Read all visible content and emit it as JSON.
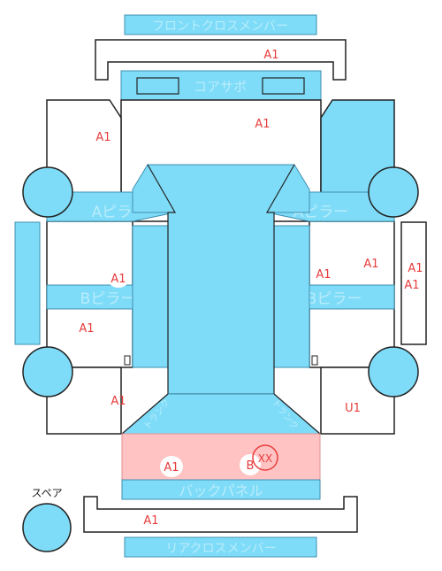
{
  "members": {
    "front_cross": "フロントクロスメンバー",
    "core_support": "コアサポ",
    "a_pillar_left": "Aピラー",
    "a_pillar_right": "Aピラー",
    "b_pillar_left": "Bピラー",
    "b_pillar_right": "Bピラー",
    "back_panel": "バックパネル",
    "rear_cross": "リアクロスメンバー",
    "spare": "スペア",
    "trunk_left": "トランク",
    "trunk_right": "トランク"
  },
  "marks": {
    "front_cross": "A1",
    "front_right": "A1",
    "front_left": "A1",
    "side_left_front": "A1",
    "side_right_front_a": "A1",
    "side_right_front_b": "A1",
    "right_sill_a": "A1",
    "right_sill_b": "A1",
    "left_rear_door": "A1",
    "left_rear_quarter": "A1",
    "right_rear_quarter": "U1",
    "back_panel_a": "A1",
    "back_panel_b": "B",
    "back_panel_circle": "XX",
    "rear_cross": "A1"
  },
  "colors": {
    "part_fill": "#7fdcf8",
    "part_stroke": "#4aa8c8",
    "damaged_fill": "#ffc3c3",
    "mark_text": "#e83c3c",
    "label_text": "#b8ecfb"
  }
}
